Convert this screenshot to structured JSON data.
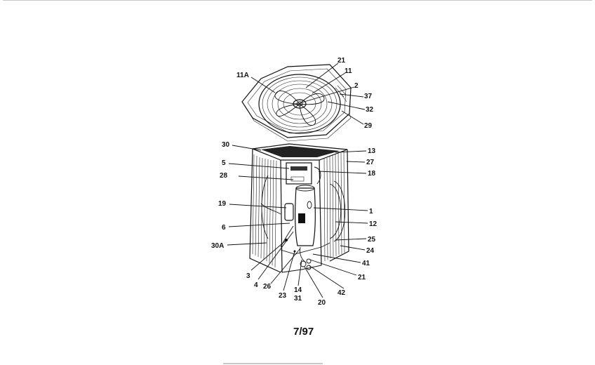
{
  "footer": {
    "date_code": "7/97"
  },
  "callouts": [
    {
      "id": "11A",
      "text": "11A"
    },
    {
      "id": "21_top",
      "text": "21"
    },
    {
      "id": "11",
      "text": "11"
    },
    {
      "id": "2",
      "text": "2"
    },
    {
      "id": "37",
      "text": "37"
    },
    {
      "id": "32",
      "text": "32"
    },
    {
      "id": "29",
      "text": "29"
    },
    {
      "id": "30",
      "text": "30"
    },
    {
      "id": "13",
      "text": "13"
    },
    {
      "id": "5",
      "text": "5"
    },
    {
      "id": "27",
      "text": "27"
    },
    {
      "id": "28",
      "text": "28"
    },
    {
      "id": "18",
      "text": "18"
    },
    {
      "id": "19",
      "text": "19"
    },
    {
      "id": "1",
      "text": "1"
    },
    {
      "id": "6",
      "text": "6"
    },
    {
      "id": "12",
      "text": "12"
    },
    {
      "id": "25",
      "text": "25"
    },
    {
      "id": "30A",
      "text": "30A"
    },
    {
      "id": "24",
      "text": "24"
    },
    {
      "id": "41",
      "text": "41"
    },
    {
      "id": "3",
      "text": "3"
    },
    {
      "id": "21_bottom",
      "text": "21"
    },
    {
      "id": "4",
      "text": "4"
    },
    {
      "id": "26",
      "text": "26"
    },
    {
      "id": "42",
      "text": "42"
    },
    {
      "id": "23",
      "text": "23"
    },
    {
      "id": "14",
      "text": "14"
    },
    {
      "id": "20",
      "text": "20"
    },
    {
      "id": "31",
      "text": "31"
    }
  ]
}
